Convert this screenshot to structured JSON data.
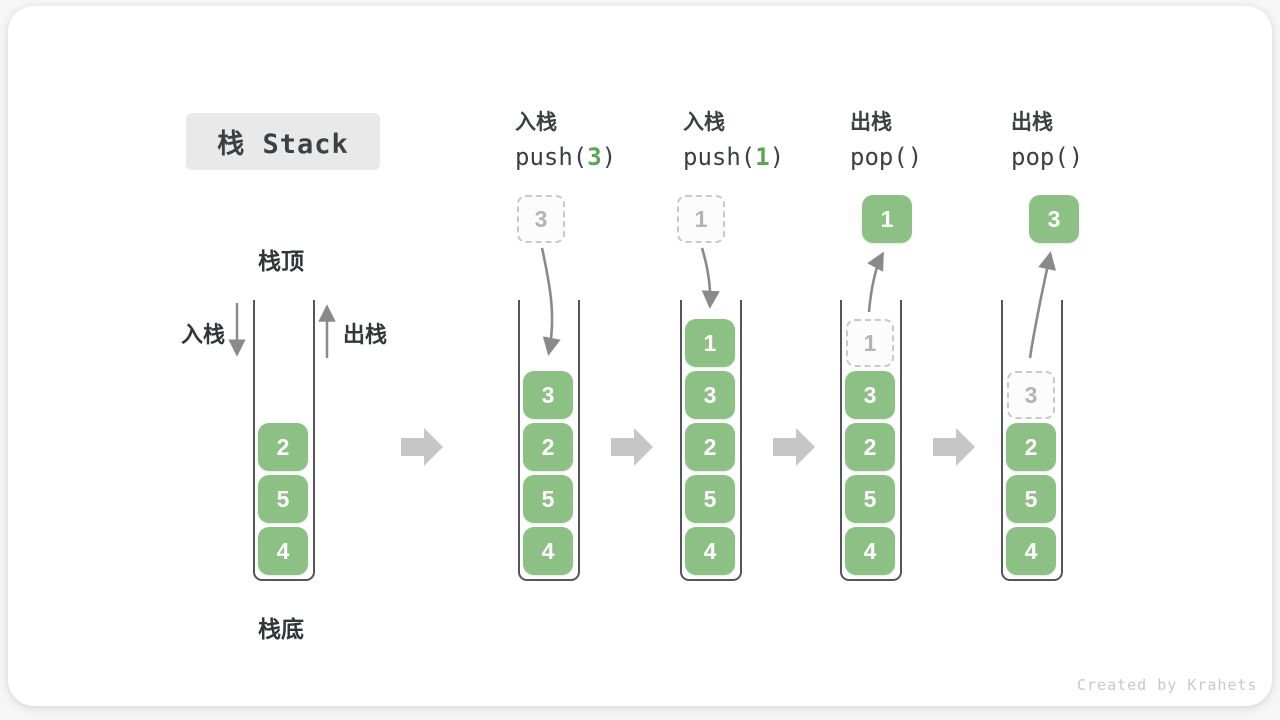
{
  "title": "栈 Stack",
  "watermark": "Created by Krahets",
  "colors": {
    "cell_green": "#8cc084",
    "code_number_green": "#5ba455",
    "flow_arrow_gray": "#c6c6c6",
    "motion_arrow_gray": "#8a8a8a",
    "container_wall": "#53565a",
    "title_bg": "#e9e9e9",
    "text_dark": "#3c4043",
    "ghost_border": "#c9c9c9",
    "ghost_text": "#b3b3b3"
  },
  "side_labels": {
    "stack_top": "栈顶",
    "stack_bottom": "栈底",
    "push": "入栈",
    "pop": "出栈"
  },
  "stages": [
    {
      "name": "initial",
      "cells": [
        "2",
        "5",
        "4"
      ]
    },
    {
      "name": "push-3",
      "op_label": "入栈",
      "code_prefix": "push(",
      "code_arg": "3",
      "code_suffix": ")",
      "floating_value": "3",
      "cells": [
        "3",
        "2",
        "5",
        "4"
      ]
    },
    {
      "name": "push-1",
      "op_label": "入栈",
      "code_prefix": "push(",
      "code_arg": "1",
      "code_suffix": ")",
      "floating_value": "1",
      "cells": [
        "1",
        "3",
        "2",
        "5",
        "4"
      ]
    },
    {
      "name": "pop-1",
      "op_label": "出栈",
      "code": "pop()",
      "floating_value": "1",
      "ghost_value": "1",
      "cells": [
        "3",
        "2",
        "5",
        "4"
      ]
    },
    {
      "name": "pop-3",
      "op_label": "出栈",
      "code": "pop()",
      "floating_value": "3",
      "ghost_value": "3",
      "cells": [
        "2",
        "5",
        "4"
      ]
    }
  ]
}
